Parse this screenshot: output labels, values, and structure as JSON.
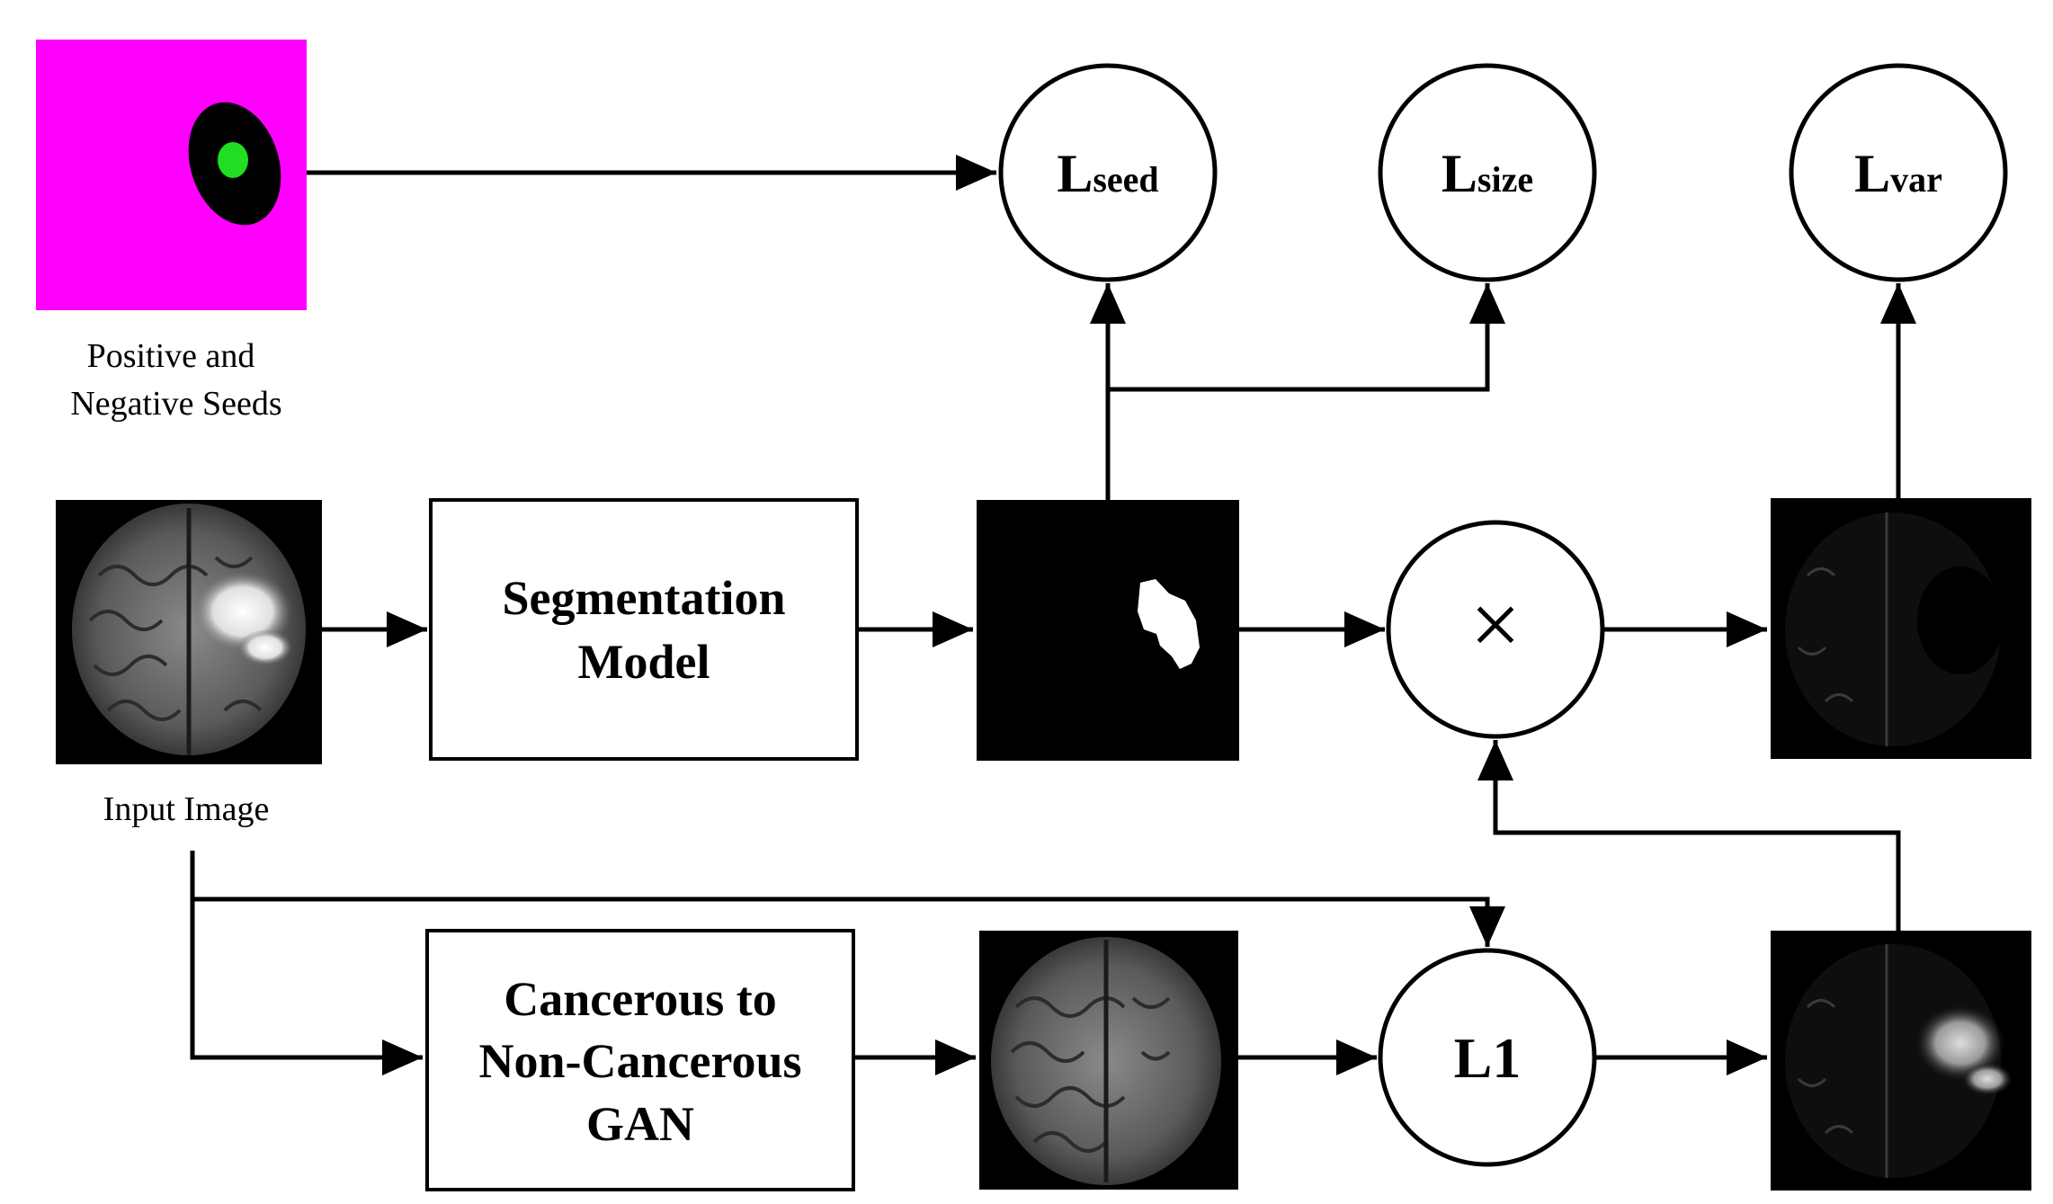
{
  "seeds": {
    "caption_line1": "Positive and",
    "caption_line2": "Negative Seeds",
    "colors": {
      "background": "#ff00ff",
      "negative": "#000000",
      "positive": "#22dd22"
    }
  },
  "input_image": {
    "caption": "Input Image"
  },
  "segmentation_model": {
    "line1": "Segmentation",
    "line2": "Model"
  },
  "gan": {
    "line1": "Cancerous to",
    "line2": "Non-Cancerous",
    "line3": "GAN"
  },
  "losses": {
    "seed": {
      "main": "L",
      "sub": "seed"
    },
    "size": {
      "main": "L",
      "sub": "size"
    },
    "var": {
      "main": "L",
      "sub": "var"
    },
    "l1": {
      "label": "L1"
    }
  },
  "multiply": {
    "symbol": "×"
  }
}
